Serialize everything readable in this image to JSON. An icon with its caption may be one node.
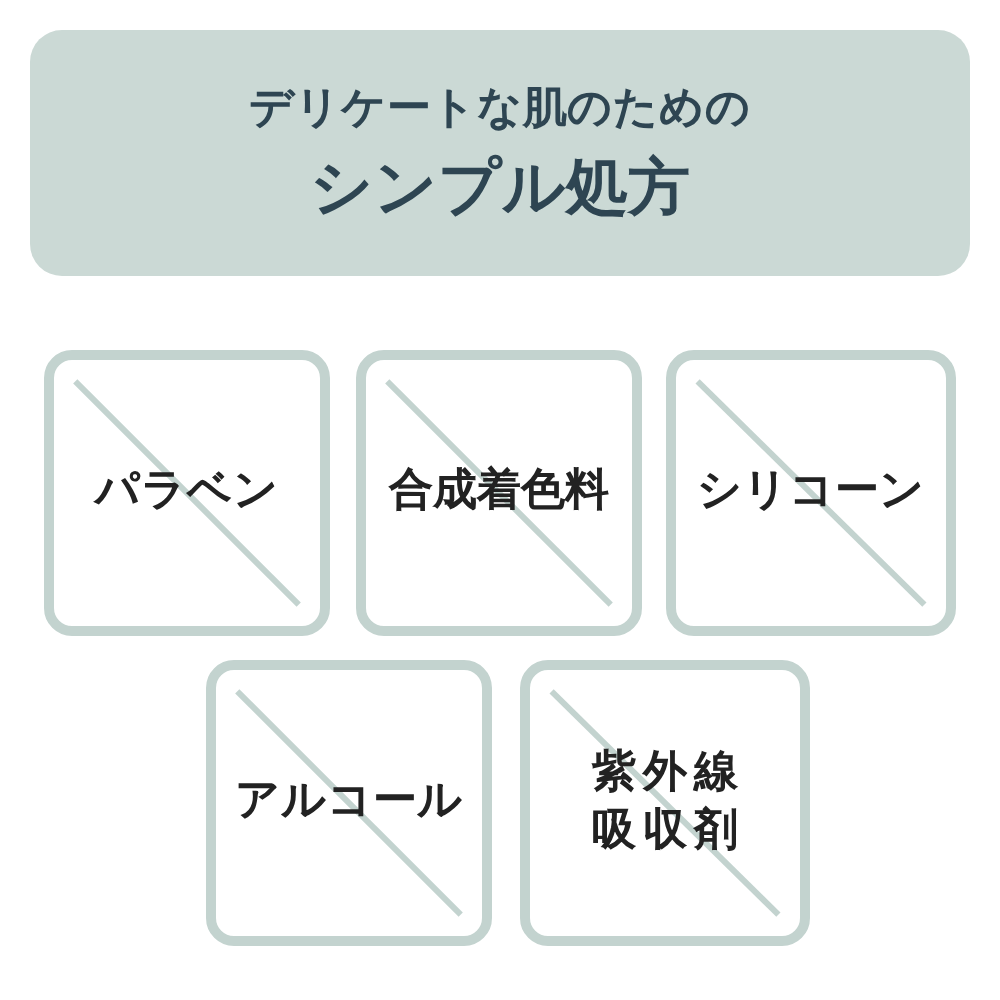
{
  "diagram": {
    "nodes": [
      {
        "text": [
          "デリケートな肌のための",
          "シンプル処方"
        ]
      },
      {
        "text": [
          "パラベン"
        ]
      },
      {
        "text": [
          "合成着色料"
        ]
      },
      {
        "text": [
          "シリコーン"
        ]
      },
      {
        "text": [
          "アルコール"
        ]
      },
      {
        "text": [
          "紫外線吸収剤"
        ]
      }
    ]
  }
}
